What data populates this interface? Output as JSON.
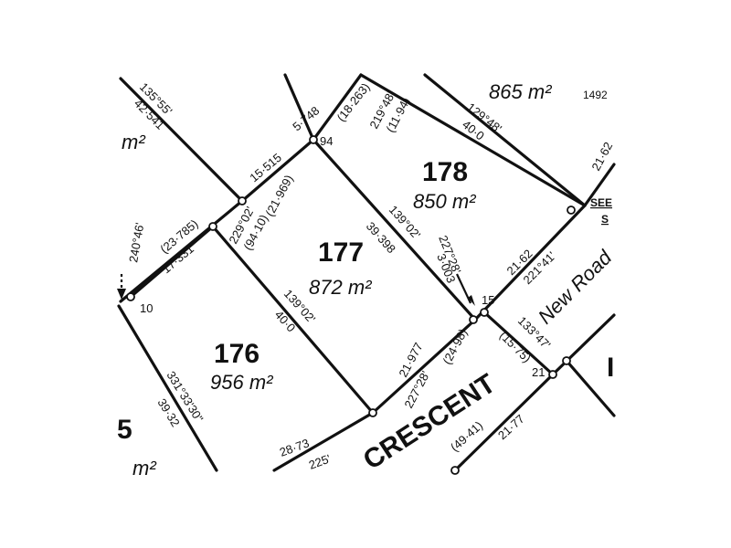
{
  "lots": [
    {
      "id": "176",
      "area": "956 m²"
    },
    {
      "id": "177",
      "area": "872 m²"
    },
    {
      "id": "178",
      "area": "850 m²"
    }
  ],
  "partial_labels": {
    "top_left_area": "m²",
    "top_right_area": "865 m²",
    "top_right_corner": "1492",
    "bottom_left_area": "m²",
    "bottom_left_lot": "5",
    "right_edge_letter": "I",
    "see_label": "SEE",
    "see_label2": "S"
  },
  "roads": {
    "crescent": "CRESCENT",
    "new_road": "New Road"
  },
  "dimensions": {
    "d1": "135°55'",
    "d2": "42·541",
    "d3": "5·748",
    "d4": "(18·263)",
    "d5": "219°48'",
    "d6": "(11·94)",
    "d7": "129°48'",
    "d8": "40·0",
    "d9": "94",
    "d10": "15·515",
    "d11": "229°02'",
    "d12": "(21·969)",
    "d13": "(94·10)",
    "d14": "(23·785)",
    "d15": "17·331",
    "d16": "240°46'",
    "d17": "10",
    "d18": "139°02'",
    "d19": "39·398",
    "d20": "227°28'",
    "d21": "3·003",
    "d22": "15",
    "d23": "21·62",
    "d24": "221°41'",
    "d25": "21·62",
    "d26": "139°02'",
    "d27": "40·0",
    "d28": "21·977",
    "d29": "227°28'",
    "d30": "(24·98)",
    "d31": "133°47'",
    "d32": "(15·75)",
    "d33": "21",
    "d34": "331°33'30\"",
    "d35": "39·32",
    "d36": "28·73",
    "d37": "225'",
    "d38": "(49·41)",
    "d39": "21·77"
  },
  "colors": {
    "ink": "#111111",
    "paper": "#ffffff"
  }
}
